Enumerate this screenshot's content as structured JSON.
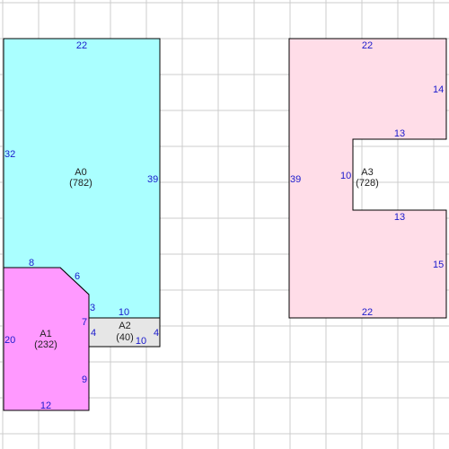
{
  "colors": {
    "grid": "#cccccc",
    "outline": "#000000",
    "dimension_text": "#1a1acc",
    "A0_fill": "#aaffff",
    "A1_fill": "#ff99ff",
    "A2_fill": "#e6e6e6",
    "A3_fill": "#ffdde8"
  },
  "areas": [
    {
      "name": "A0",
      "area": "(782)",
      "dimensions": {
        "top": "22",
        "left": "32",
        "right": "39",
        "step_top": "8",
        "chamfer": "6",
        "notch": "3",
        "bottom": "10"
      }
    },
    {
      "name": "A1",
      "area": "(232)",
      "dimensions": {
        "left": "20",
        "upper_right": "7",
        "lower_right": "9",
        "bottom": "12"
      }
    },
    {
      "name": "A2",
      "area": "(40)",
      "dimensions": {
        "left": "4",
        "right": "4",
        "bottom": "10"
      }
    },
    {
      "name": "A3",
      "area": "(728)",
      "dimensions": {
        "top": "22",
        "upper_right": "14",
        "notch_top": "13",
        "left": "39",
        "notch_inner": "10",
        "notch_bottom": "13",
        "lower_right": "15",
        "bottom": "22"
      }
    }
  ]
}
